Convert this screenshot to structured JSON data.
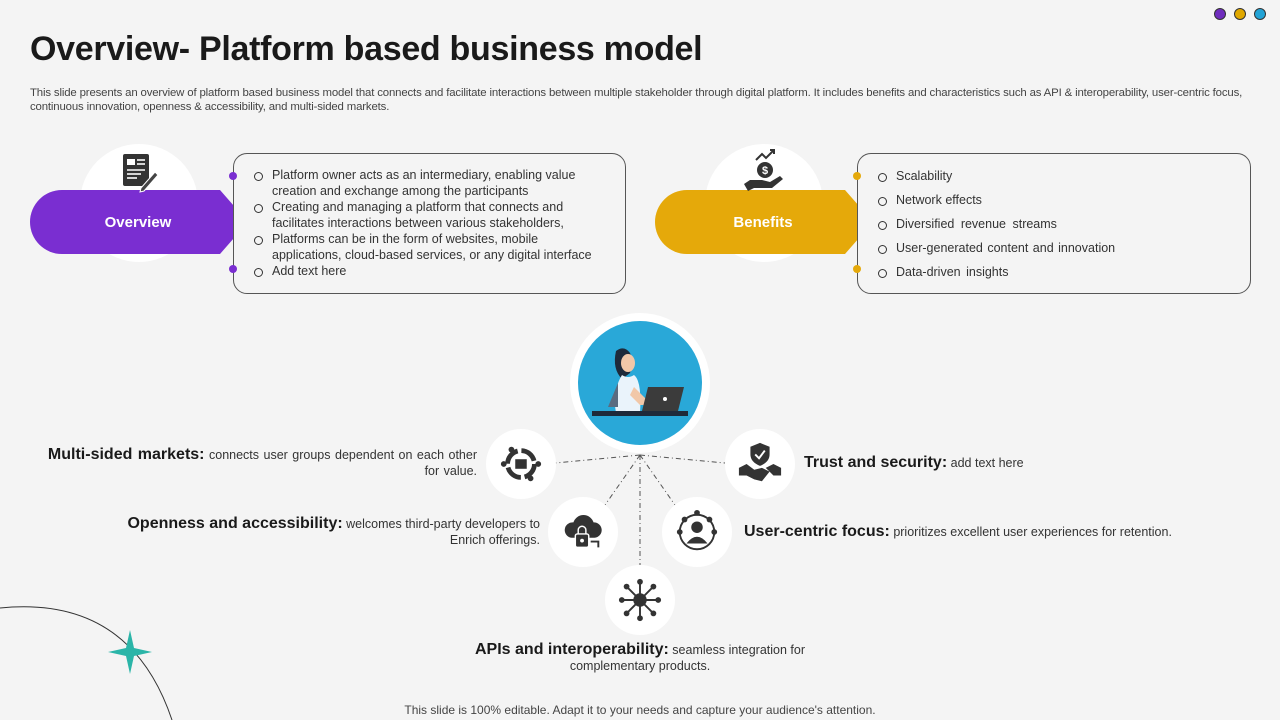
{
  "header": {
    "title": "Overview- Platform based business model",
    "subtitle": "This slide presents an overview of platform based business model that connects and facilitate interactions between multiple stakeholder through digital platform. It includes benefits and characteristics such as API & interoperability, user-centric focus, continuous innovation, openness & accessibility, and multi-sided markets."
  },
  "decor_dots": [
    "#6f2dbd",
    "#e0a800",
    "#22a3d6"
  ],
  "colors": {
    "overview": "#7a2ed1",
    "benefits": "#e5a90a",
    "center": "#29a8d8"
  },
  "overview": {
    "label": "Overview",
    "icon": "document-pen-icon",
    "items": [
      "Platform owner acts as an intermediary, enabling value creation and exchange among the participants",
      "Creating and managing a platform that connects and facilitates interactions between various stakeholders,",
      "Platforms can be in the form of websites, mobile applications, cloud-based services, or any digital interface",
      "Add text here"
    ]
  },
  "benefits": {
    "label": "Benefits",
    "icon": "money-growth-hand-icon",
    "items": [
      "Scalability",
      "Network effects",
      "Diversified revenue streams",
      "User-generated content and innovation",
      "Data-driven insights"
    ]
  },
  "center_icon": "person-laptop-icon",
  "features": {
    "multi_sided": {
      "title": "Multi-sided markets:",
      "text": "connects user groups dependent on each other for value.",
      "icon": "connected-cycle-icon"
    },
    "openness": {
      "title": "Openness and accessibility:",
      "text": "welcomes third-party developers to Enrich offerings.",
      "icon": "cloud-lock-icon"
    },
    "apis": {
      "title": "APIs and interoperability:",
      "text": "seamless integration for complementary products.",
      "icon": "network-hub-icon"
    },
    "user_centric": {
      "title": "User-centric focus:",
      "text": "prioritizes excellent user experiences for retention.",
      "icon": "user-focus-icon"
    },
    "trust": {
      "title": "Trust and security:",
      "text": "add text here",
      "icon": "handshake-shield-icon"
    }
  },
  "footer": "This slide is 100% editable. Adapt it to your needs and capture your audience's attention."
}
